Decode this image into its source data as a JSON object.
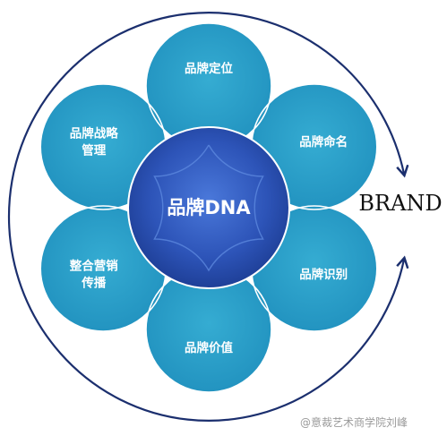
{
  "center": {
    "label": "品牌DNA"
  },
  "petals": [
    {
      "lines": [
        "品牌定位"
      ]
    },
    {
      "lines": [
        "品牌命名"
      ]
    },
    {
      "lines": [
        "品牌识别"
      ]
    },
    {
      "lines": [
        "品牌价值"
      ]
    },
    {
      "lines": [
        "整合营销",
        "传播"
      ]
    },
    {
      "lines": [
        "品牌战略",
        "管理"
      ]
    }
  ],
  "brand": {
    "label": "BRAND"
  },
  "watermark": {
    "text": "@意裁艺术商学院刘峰"
  },
  "colors": {
    "petal": "#2ba2c9",
    "petal_edge": "#1c7fa6",
    "petal_outline": "#ffffff",
    "center_dark": "#1c3f96",
    "center_light": "#3a6ad0",
    "ring": "#1b2f6e",
    "brand_text": "#111111"
  }
}
